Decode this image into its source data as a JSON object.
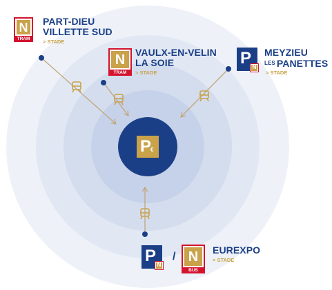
{
  "colors": {
    "ring_outer": "#eef2f8",
    "ring_2": "#e1e8f3",
    "ring_3": "#d3ddee",
    "ring_4": "#c6d2e9",
    "center_disc": "#1b3f87",
    "navy": "#1b3f87",
    "gold": "#c9a24a",
    "red": "#d4132e",
    "arrow": "#c2a67a",
    "shuttle": "#c9a24a"
  },
  "center": {
    "logo_letter": "P",
    "logo_symbol": "€",
    "icon": "parking-euro-icon"
  },
  "stations": [
    {
      "id": "part-dieu",
      "line1": "PART-DIEU",
      "line2": "VILLETTE SUD",
      "stade": "> STADE",
      "logo": {
        "type": "tram",
        "letter": "N",
        "tag": "TRAM"
      }
    },
    {
      "id": "vaulx",
      "line1": "VAULX-EN-VELIN",
      "line2": "LA SOIE",
      "stade": "> STADE",
      "logo": {
        "type": "tram",
        "letter": "N",
        "tag": "TRAM"
      }
    },
    {
      "id": "meyzieu",
      "line1": "MEYZIEU",
      "line2_prefix": "LES",
      "line2": "PANETTES",
      "stade": "> STADE",
      "logo": {
        "type": "parking",
        "letter": "P",
        "mini_letter": "N"
      }
    },
    {
      "id": "eurexpo",
      "line1": "EUREXPO",
      "stade": "> STADE",
      "separator": "/",
      "logo": {
        "type": "parking",
        "letter": "P",
        "mini_letter": "N"
      },
      "logo2": {
        "type": "bus",
        "letter": "N",
        "tag": "BUS"
      }
    }
  ]
}
